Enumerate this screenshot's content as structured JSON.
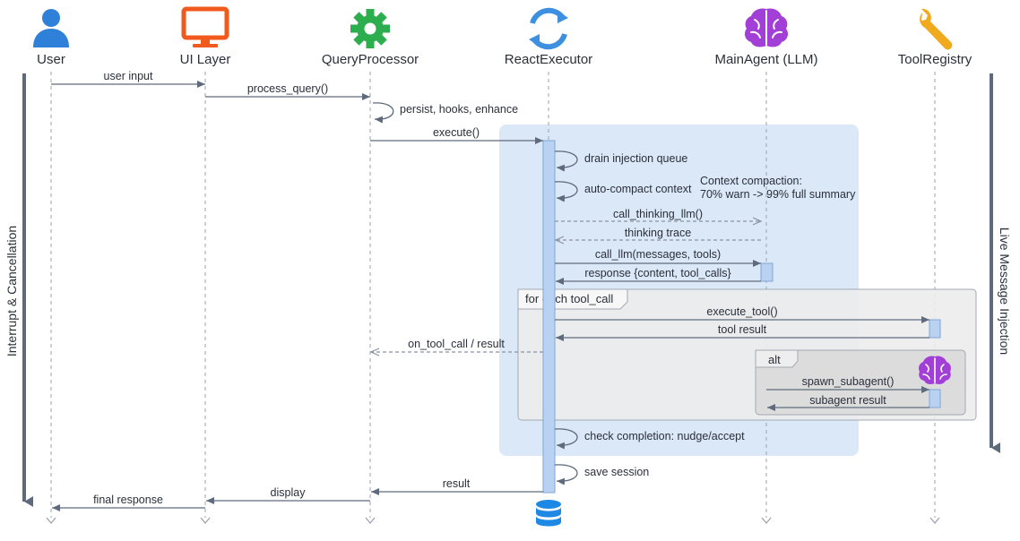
{
  "participants": [
    {
      "name": "User",
      "icon": "user-icon",
      "color": "#2f80d8"
    },
    {
      "name": "UI Layer",
      "icon": "monitor-icon",
      "color": "#f25a1d"
    },
    {
      "name": "QueryProcessor",
      "icon": "gear-icon",
      "color": "#2dae4e"
    },
    {
      "name": "ReactExecutor",
      "icon": "refresh-icon",
      "color": "#3d8fe0"
    },
    {
      "name": "MainAgent (LLM)",
      "icon": "brain-icon",
      "color": "#a23fd6"
    },
    {
      "name": "ToolRegistry",
      "icon": "wrench-icon",
      "color": "#f1a91e"
    }
  ],
  "messages": {
    "user_input": "user input",
    "process_query": "process_query()",
    "persist": "persist, hooks, enhance",
    "execute": "execute()",
    "drain": "drain injection queue",
    "compact": "auto-compact context",
    "call_thinking": "call_thinking_llm()",
    "thinking_trace": "thinking trace",
    "call_llm": "call_llm(messages, tools)",
    "response": "response {content, tool_calls}",
    "execute_tool": "execute_tool()",
    "tool_result": "tool result",
    "on_tool_call": "on_tool_call / result",
    "spawn_subagent": "spawn_subagent()",
    "subagent_result": "subagent result",
    "check_completion": "check completion: nudge/accept",
    "save_session": "save session",
    "result": "result",
    "display": "display",
    "final_response": "final response"
  },
  "notes": {
    "compaction_line1": "Context compaction:",
    "compaction_line2": "70% warn -> 99% full summary"
  },
  "frames": {
    "loop_label": "for each tool_call",
    "alt_label": "alt"
  },
  "side_labels": {
    "left": "Interrupt & Cancellation",
    "right": "Live Message Injection"
  },
  "colors": {
    "arrow": "#5f6b7d",
    "lifeline": "#9aa3b2",
    "highlight": "#dbe8f8",
    "activation": "#b9d2f1",
    "frame_bg": "#ececec",
    "database": "#1e88e5"
  }
}
